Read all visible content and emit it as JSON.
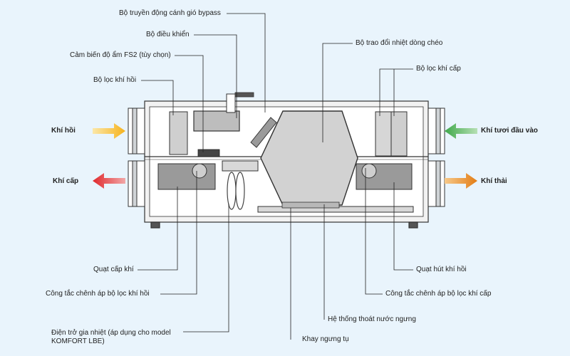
{
  "colors": {
    "background": "#e9f4fc",
    "return_air_arrow": "#f6b21c",
    "supply_air_arrow": "#e0282c",
    "fresh_air_arrow": "#3fa84a",
    "exhaust_air_arrow": "#e27c14"
  },
  "labels": {
    "bypass_actuator": "Bộ truyền động cánh gió bypass",
    "controller": "Bộ điều khiển",
    "humidity_sensor": "Cảm biến độ ẩm FS2 (tùy chọn)",
    "return_air_filter": "Bộ lọc khí hồi",
    "heat_exchanger": "Bộ trao đổi nhiệt dòng chéo",
    "supply_air_filter": "Bộ lọc khí cấp",
    "supply_fan": "Quạt cấp khí",
    "return_filter_pressure_switch": "Công tắc chênh áp bộ lọc khí hồi",
    "heater": "Điện trở gia nhiệt (áp dụng cho model KOMFORT LBE)",
    "extract_fan": "Quạt hút khí hồi",
    "supply_filter_pressure_switch": "Công tắc chênh áp bộ lọc khí cấp",
    "condensate_drain": "Hệ thống thoát nước ngưng",
    "condensate_tray": "Khay ngưng tụ"
  },
  "flows": {
    "return_air": "Khí hồi",
    "supply_air": "Khí cấp",
    "fresh_air": "Khí tươi đầu vào",
    "exhaust_air": "Khí thải"
  }
}
